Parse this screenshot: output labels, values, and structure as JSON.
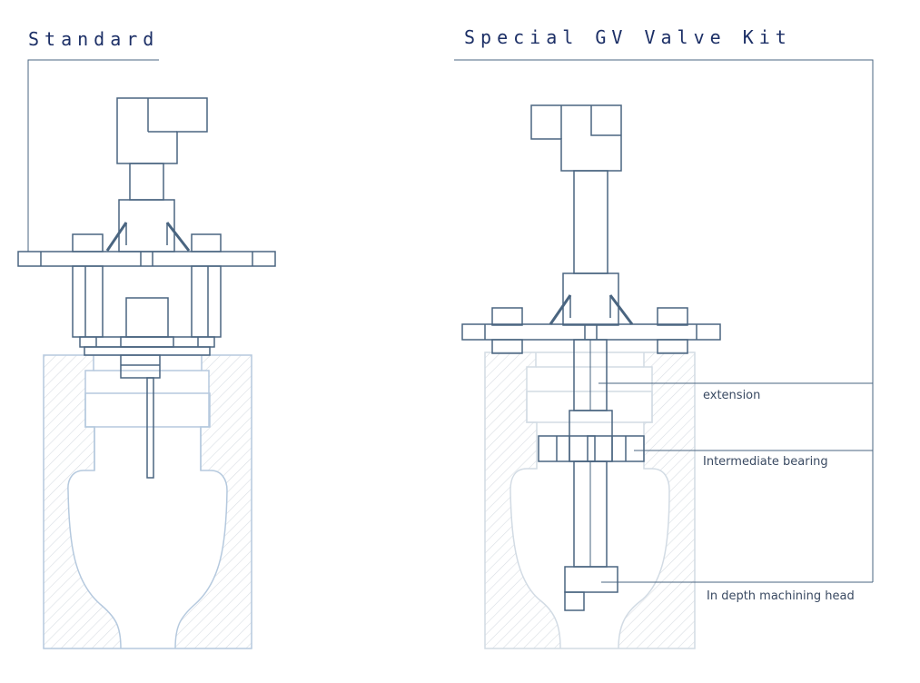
{
  "titles": {
    "standard": "Standard",
    "special": "Special GV Valve Kit"
  },
  "callouts": {
    "extension": "extension",
    "intermediate_bearing": "Intermediate bearing",
    "machining_head": "In depth machining head"
  },
  "colors": {
    "title": "#1c2f66",
    "tool_line": "#4a6580",
    "workpiece_line": "#b5c9de",
    "hatch": "#d8dde3",
    "label": "#3a4a62"
  }
}
